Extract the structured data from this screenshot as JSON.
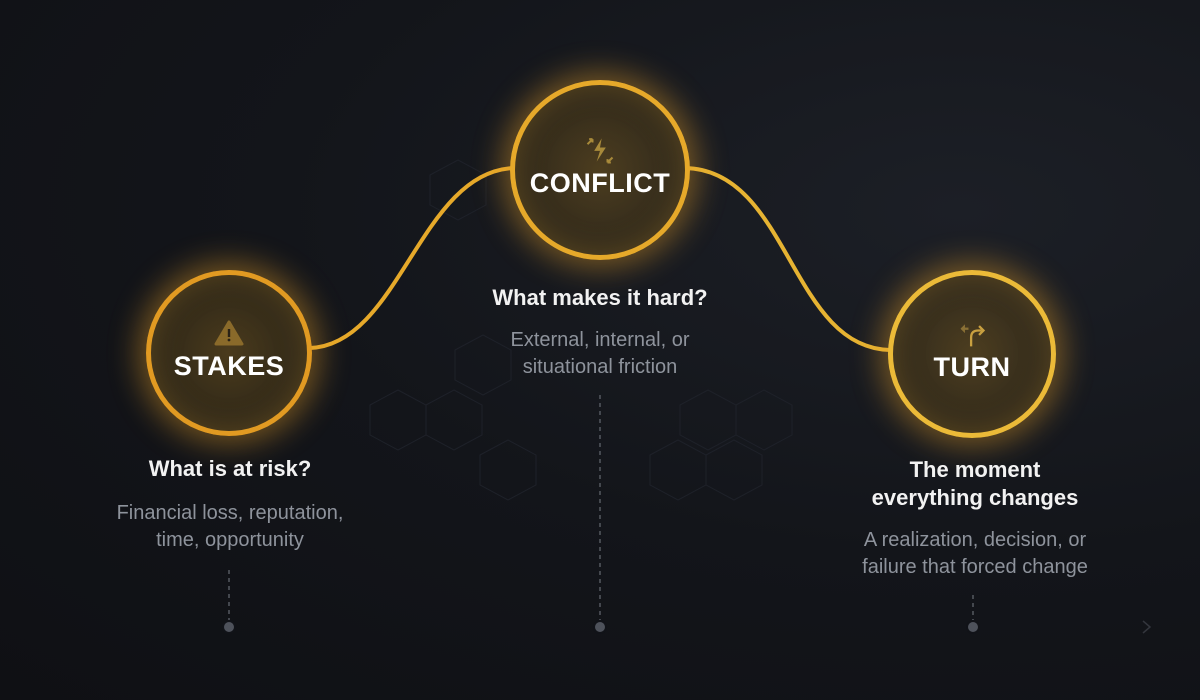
{
  "colors": {
    "accent": "#e6a92a",
    "background": "#111318",
    "timeline": "#4a4d55",
    "title_text": "#f2f2f2",
    "desc_text": "#8e939c"
  },
  "stages": [
    {
      "label": "STAKES",
      "icon": "warning-triangle-icon",
      "title": "What is at risk?",
      "desc_line1": "Financial loss, reputation,",
      "desc_line2": "time, opportunity"
    },
    {
      "label": "CONFLICT",
      "icon": "lightning-arrows-icon",
      "title": "What makes it hard?",
      "desc_line1": "External, internal, or",
      "desc_line2": "situational friction"
    },
    {
      "label": "TURN",
      "icon": "turn-arrow-icon",
      "title_line1": "The moment",
      "title_line2": "everything changes",
      "desc_line1": "A realization, decision, or",
      "desc_line2": "failure that forced change"
    }
  ]
}
